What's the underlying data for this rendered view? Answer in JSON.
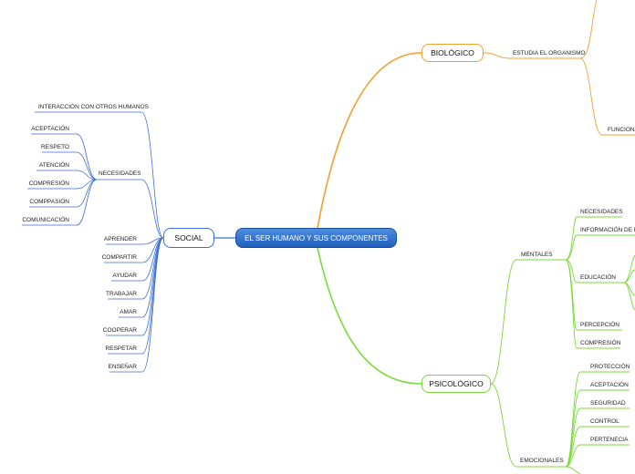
{
  "central": "EL SER HUMANO Y SUS COMPONENTES",
  "colors": {
    "social": "#3a6fd6",
    "biologico": "#f0a030",
    "psicologico": "#78d93a",
    "central": "#1f5fbd"
  },
  "social": {
    "label": "SOCIAL",
    "interaccion": "INTERACCIÓN CON OTROS HUMANOS",
    "necesidades": {
      "label": "NECESIDADES",
      "items": [
        "ACEPTACIÓN",
        "RESPETO",
        "ATENCIÓN",
        "COMPRESIÓN",
        "COMPPASIÓN",
        "COMUNICACIÓN"
      ]
    },
    "acciones": [
      "APRENDER",
      "COMPARTIR",
      "AYUDAR",
      "TRABAJAR",
      "AMAR",
      "COOPERAR",
      "RESPETAR",
      "ENSEÑAR"
    ]
  },
  "biologico": {
    "label": "BIOLÓGICO",
    "estudia": "ESTUDIA EL ORGANISMO",
    "funciona": "FUNCIONA"
  },
  "psicologico": {
    "label": "PSICOLÓGICO",
    "mentales": {
      "label": "MENTALES",
      "items": [
        "NECESIDADES",
        "INFORMACIÓN DE ES",
        "EDUCACIÓN",
        "PERCEPCIÓN",
        "COMPRESIÓN"
      ]
    },
    "emocionales": {
      "label": "EMOCIONALES",
      "items": [
        "PROTECCIÓN",
        "ACEPTACIÓN",
        "SEGURIDAD",
        "CONTROL",
        "PERTENECIA"
      ]
    }
  }
}
